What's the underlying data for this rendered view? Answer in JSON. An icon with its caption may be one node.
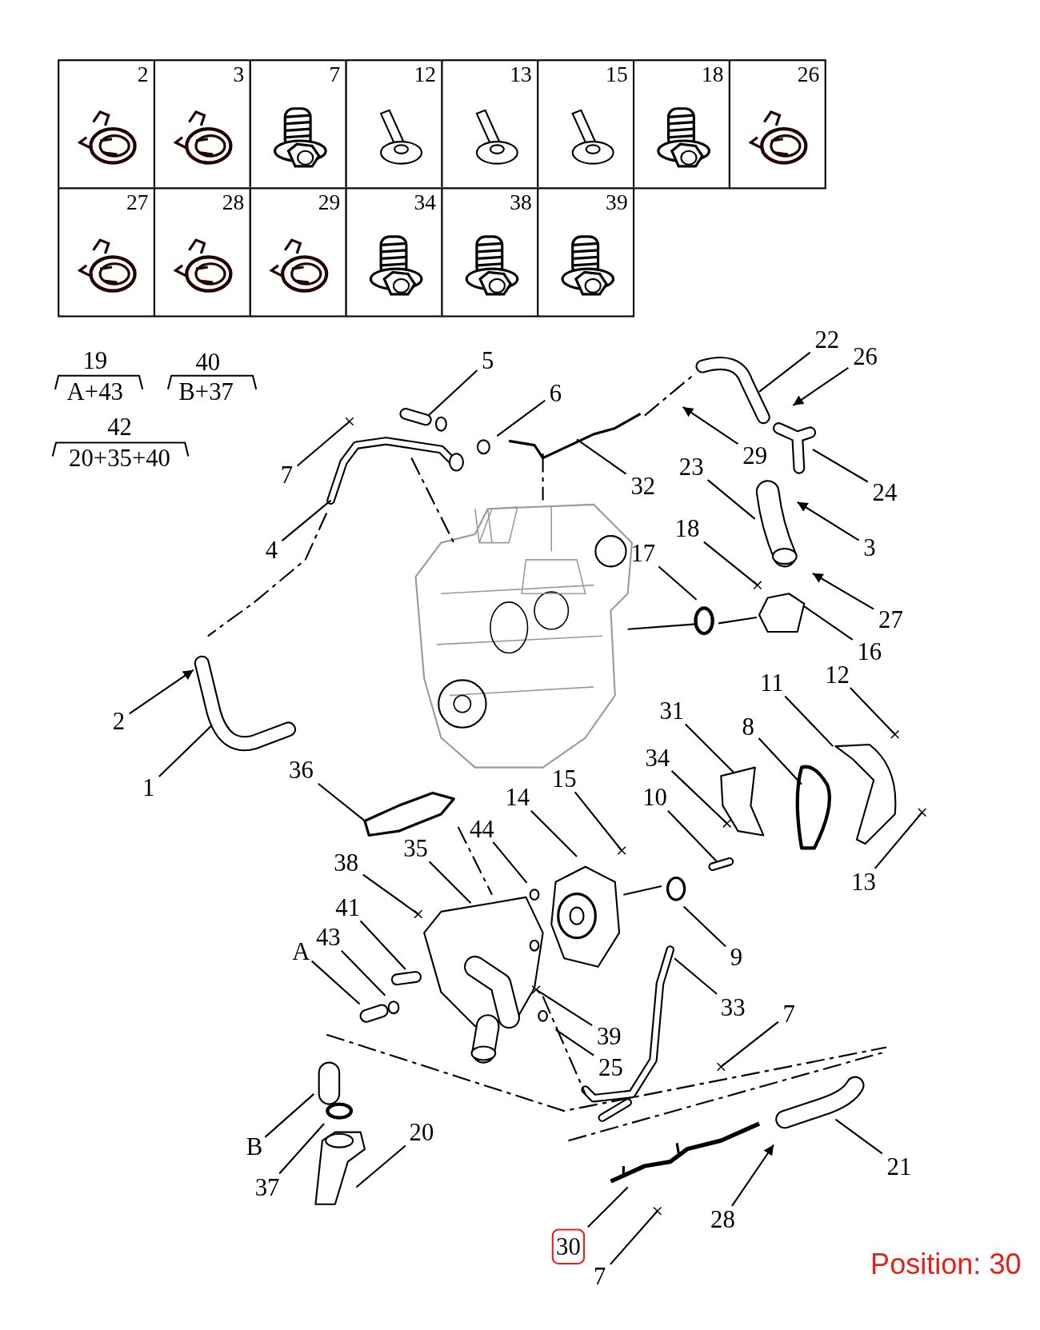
{
  "diagram": {
    "nodes": [
      {
        "text": [
          "5"
        ]
      },
      {
        "text": [
          "6"
        ]
      },
      {
        "text": [
          "7"
        ]
      },
      {
        "text": [
          "4"
        ]
      },
      {
        "text": [
          "2"
        ]
      },
      {
        "text": [
          "1"
        ]
      },
      {
        "text": [
          "22"
        ]
      },
      {
        "text": [
          "26"
        ]
      },
      {
        "text": [
          "29"
        ]
      },
      {
        "text": [
          "24"
        ]
      },
      {
        "text": [
          "23"
        ]
      },
      {
        "text": [
          "32"
        ]
      },
      {
        "text": [
          "3"
        ]
      },
      {
        "text": [
          "18"
        ]
      },
      {
        "text": [
          "17"
        ]
      },
      {
        "text": [
          "27"
        ]
      },
      {
        "text": [
          "16"
        ]
      },
      {
        "text": [
          "12"
        ]
      },
      {
        "text": [
          "11"
        ]
      },
      {
        "text": [
          "31"
        ]
      },
      {
        "text": [
          "8"
        ]
      },
      {
        "text": [
          "34"
        ]
      },
      {
        "text": [
          "36"
        ]
      },
      {
        "text": [
          "15"
        ]
      },
      {
        "text": [
          "14"
        ]
      },
      {
        "text": [
          "10"
        ]
      },
      {
        "text": [
          "13"
        ]
      },
      {
        "text": [
          "44"
        ]
      },
      {
        "text": [
          "35"
        ]
      },
      {
        "text": [
          "38"
        ]
      },
      {
        "text": [
          "41"
        ]
      },
      {
        "text": [
          "9"
        ]
      },
      {
        "text": [
          "43"
        ]
      },
      {
        "text": [
          "A"
        ]
      },
      {
        "text": [
          "33"
        ]
      },
      {
        "text": [
          "7"
        ]
      },
      {
        "text": [
          "39"
        ]
      },
      {
        "text": [
          "25"
        ]
      },
      {
        "text": [
          "20"
        ]
      },
      {
        "text": [
          "B"
        ]
      },
      {
        "text": [
          "37"
        ]
      },
      {
        "text": [
          "21"
        ]
      },
      {
        "text": [
          "28"
        ]
      },
      {
        "text": [
          "30"
        ]
      },
      {
        "text": [
          "7"
        ]
      }
    ],
    "edges": [
      {
        "from": 0,
        "to": null,
        "arrow": "none"
      },
      {
        "from": 1,
        "to": null,
        "arrow": "none"
      },
      {
        "from": 2,
        "to": null,
        "arrow": "other"
      },
      {
        "from": 3,
        "to": null,
        "arrow": "none"
      },
      {
        "from": 4,
        "to": null,
        "arrow": "to"
      },
      {
        "from": 5,
        "to": null,
        "arrow": "none"
      },
      {
        "from": 6,
        "to": null,
        "arrow": "none"
      },
      {
        "from": 7,
        "to": null,
        "arrow": "to"
      },
      {
        "from": 8,
        "to": null,
        "arrow": "to"
      },
      {
        "from": 9,
        "to": null,
        "arrow": "none"
      },
      {
        "from": 10,
        "to": null,
        "arrow": "none"
      },
      {
        "from": 11,
        "to": null,
        "arrow": "none"
      },
      {
        "from": 12,
        "to": null,
        "arrow": "to"
      },
      {
        "from": 13,
        "to": null,
        "arrow": "other"
      },
      {
        "from": 14,
        "to": null,
        "arrow": "none"
      },
      {
        "from": 15,
        "to": null,
        "arrow": "to"
      },
      {
        "from": 16,
        "to": null,
        "arrow": "none"
      },
      {
        "from": 17,
        "to": null,
        "arrow": "other"
      },
      {
        "from": 18,
        "to": null,
        "arrow": "none"
      },
      {
        "from": 19,
        "to": null,
        "arrow": "none"
      },
      {
        "from": 20,
        "to": null,
        "arrow": "none"
      },
      {
        "from": 21,
        "to": null,
        "arrow": "other"
      },
      {
        "from": 22,
        "to": null,
        "arrow": "none"
      },
      {
        "from": 23,
        "to": null,
        "arrow": "other"
      },
      {
        "from": 24,
        "to": null,
        "arrow": "none"
      },
      {
        "from": 25,
        "to": null,
        "arrow": "none"
      },
      {
        "from": 26,
        "to": null,
        "arrow": "other"
      },
      {
        "from": 27,
        "to": null,
        "arrow": "none"
      },
      {
        "from": 28,
        "to": null,
        "arrow": "none"
      },
      {
        "from": 29,
        "to": null,
        "arrow": "other"
      },
      {
        "from": 30,
        "to": null,
        "arrow": "none"
      },
      {
        "from": 31,
        "to": null,
        "arrow": "none"
      },
      {
        "from": 32,
        "to": null,
        "arrow": "none"
      },
      {
        "from": 33,
        "to": null,
        "arrow": "none"
      },
      {
        "from": 34,
        "to": null,
        "arrow": "none"
      },
      {
        "from": 35,
        "to": null,
        "arrow": "other"
      },
      {
        "from": 36,
        "to": null,
        "arrow": "other"
      },
      {
        "from": 37,
        "to": null,
        "arrow": "none"
      },
      {
        "from": 38,
        "to": null,
        "arrow": "none"
      },
      {
        "from": 39,
        "to": null,
        "arrow": "none"
      },
      {
        "from": 40,
        "to": null,
        "arrow": "none"
      },
      {
        "from": 41,
        "to": null,
        "arrow": "none"
      },
      {
        "from": 42,
        "to": null,
        "arrow": "to"
      },
      {
        "from": 43,
        "to": null,
        "arrow": "none"
      },
      {
        "from": 44,
        "to": null,
        "arrow": "other"
      }
    ],
    "labels": [
      "2",
      "3",
      "7",
      "12",
      "13",
      "15",
      "18",
      "26",
      "27",
      "28",
      "29",
      "34",
      "38",
      "39",
      "19",
      "A+43",
      "40",
      "B+37",
      "42",
      "20+35+40",
      "Position: 30"
    ]
  }
}
